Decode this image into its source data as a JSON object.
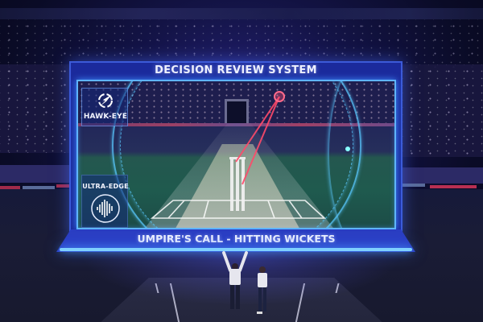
{
  "scene": {
    "description": "Cricket stadium at night with a large DRS display screen showing a Hawk-Eye ball-tracking replay",
    "colors": {
      "screen_blue": "#1b2a9c",
      "neon_cyan": "#5fb4ff",
      "ball_trail_red": "#ff4a6a",
      "text_white": "#eef0ff"
    }
  },
  "screen": {
    "title": "DECISION REVIEW SYSTEM",
    "decision": "UMPIRE'S CALL - HITTING WICKETS"
  },
  "panels": {
    "hawkeye": {
      "icon": "hawk-eye-logo-icon",
      "label": "HAWK-EYE"
    },
    "ultraedge": {
      "label": "ULTRA-EDGE",
      "icon": "soundwave-icon"
    }
  },
  "replay": {
    "ball_icon": "cricket-ball-icon",
    "trajectory": "ball path from bowler end into stumps",
    "stumps_icon": "stumps-icon"
  },
  "field": {
    "figures": [
      {
        "role": "umpire",
        "pose": "both arms raised"
      },
      {
        "role": "player",
        "pose": "standing, looking at screen"
      }
    ]
  }
}
